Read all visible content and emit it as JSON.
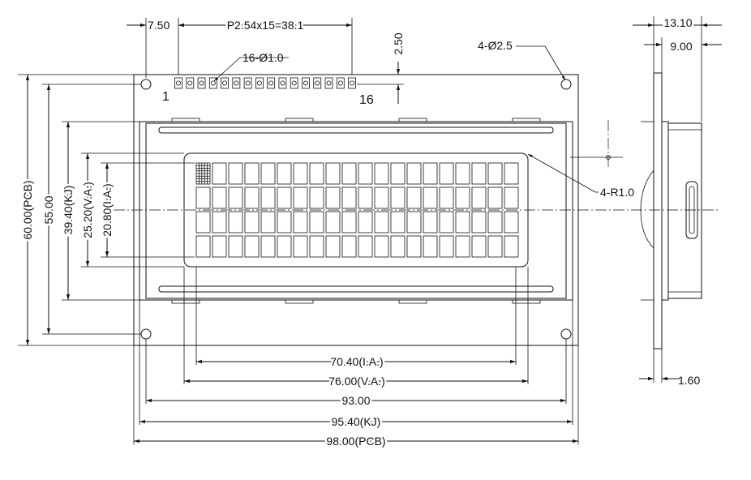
{
  "dimensions": {
    "pin_offset": "7.50",
    "pin_pitch": "P2.54x15=38.1",
    "pin_hole": "16-Ø1.0",
    "pin_first": "1",
    "pin_last": "16",
    "pin_top": "2.50",
    "mount_hole": "4-Ø2.5",
    "corner_radius": "4-R1.0",
    "pcb_height": "60.00(PCB)",
    "hole_spacing_v": "55.00",
    "kj_height": "39.40(KJ)",
    "va_height": "25.20(V.A.)",
    "ia_height": "20.80(I.A.)",
    "ia_width": "70.40(I.A.)",
    "va_width": "76.00(V.A.)",
    "hole_spacing_h": "93.00",
    "kj_width": "95.40(KJ)",
    "pcb_width": "98.00(PCB)",
    "total_thickness": "13.10",
    "module_thickness": "9.00",
    "pcb_thickness": "1.60"
  },
  "display": {
    "rows": 4,
    "columns": 20
  },
  "pins": {
    "count": 16
  }
}
